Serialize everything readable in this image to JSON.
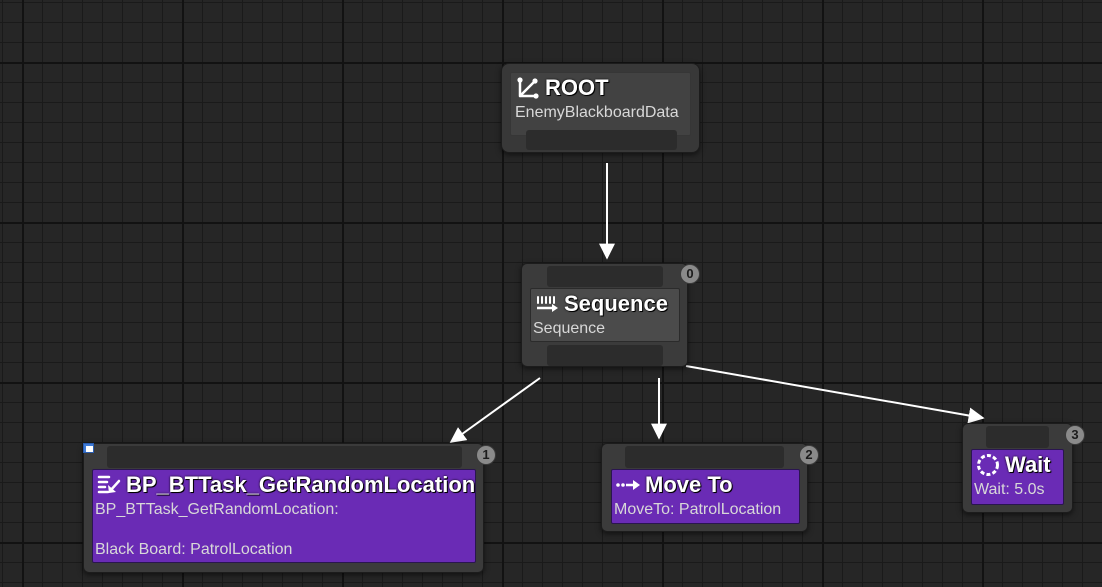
{
  "root": {
    "title": "ROOT",
    "subtitle": "EnemyBlackboardData"
  },
  "sequence": {
    "index": "0",
    "title": "Sequence",
    "subtitle": "Sequence"
  },
  "tasks": [
    {
      "index": "1",
      "title": "BP_BTTask_GetRandomLocation",
      "line1": "BP_BTTask_GetRandomLocation:",
      "line2": "Black Board: PatrolLocation"
    },
    {
      "index": "2",
      "title": "Move To",
      "line1": "MoveTo: PatrolLocation"
    },
    {
      "index": "3",
      "title": "Wait",
      "line1": "Wait: 5.0s"
    }
  ],
  "icons": {
    "root": "root-tree-icon",
    "sequence": "sequence-arrows-icon",
    "get_random_location": "blueprint-task-icon",
    "move_to": "move-to-arrow-icon",
    "wait": "wait-clock-icon"
  },
  "colors": {
    "task_fill": "#6a2bb5",
    "composite_fill": "#4b4b4b",
    "node_frame": "#3b3b3b",
    "edge": "#ffffff"
  }
}
